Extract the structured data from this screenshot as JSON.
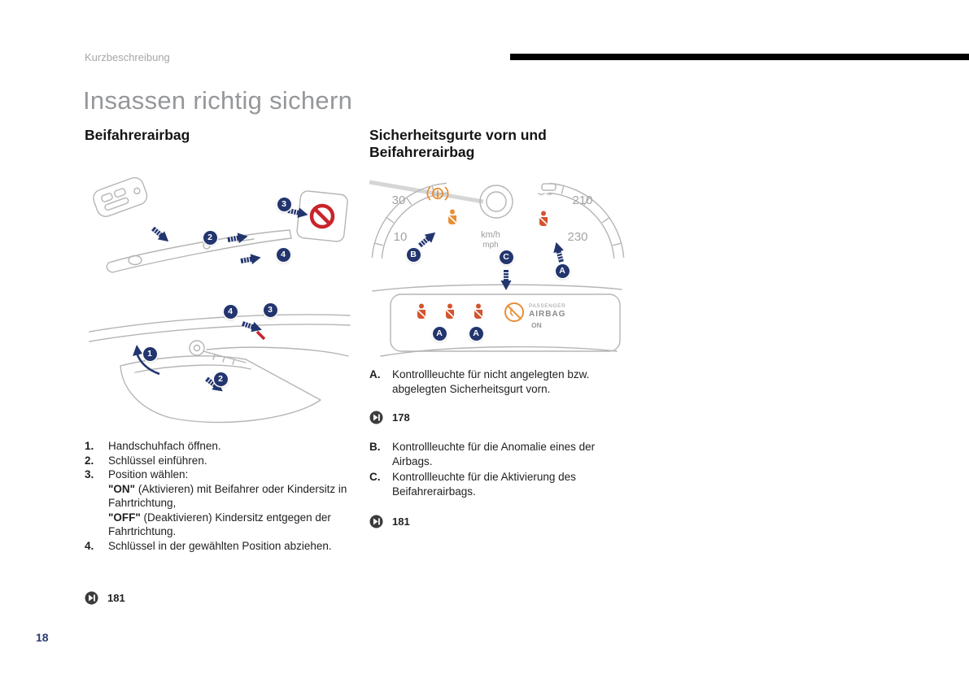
{
  "header": {
    "breadcrumb": "Kurzbeschreibung",
    "title": "Insassen richtig sichern"
  },
  "left": {
    "heading": "Beifahrerairbag",
    "fig1": {
      "callout_2": "2",
      "callout_3": "3",
      "callout_4": "4"
    },
    "fig2": {
      "callout_1": "1",
      "callout_2": "2",
      "callout_3": "3",
      "callout_4": "4"
    },
    "steps": [
      {
        "num": "1.",
        "text": "Handschuhfach öffnen."
      },
      {
        "num": "2.",
        "text": "Schlüssel einführen."
      },
      {
        "num": "3.",
        "text": "Position wählen:"
      },
      {
        "num": "4.",
        "text": "Schlüssel in der gewählten Position abziehen."
      }
    ],
    "step3": {
      "on_bold": "\"ON\"",
      "on_text": " (Aktivieren) mit Beifahrer oder Kindersitz in Fahrtrichtung,",
      "off_bold": "\"OFF\"",
      "off_text": " (Deaktivieren) Kindersitz entgegen der Fahrtrichtung."
    },
    "reference": "181"
  },
  "right": {
    "heading": "Sicherheitsgurte vorn und\nBeifahrerairbag",
    "cluster": {
      "speed_left_top": "30",
      "speed_left_bottom": "10",
      "speed_right_top": "210",
      "speed_right_bottom": "230",
      "unit_top": "km/h",
      "unit_bottom": "mph",
      "callout_a": "A",
      "callout_b": "B",
      "callout_c": "C",
      "panel": {
        "label_line1": "PASSENGER",
        "label_line2": "AIRBAG",
        "state": "ON",
        "callout_a1": "A",
        "callout_a2": "A"
      }
    },
    "items": [
      {
        "letter": "A.",
        "text": "Kontrollleuchte für nicht angelegten bzw. abgelegten Sicherheitsgurt vorn."
      },
      {
        "letter": "B.",
        "text": "Kontrollleuchte für die Anomalie eines der Airbags."
      },
      {
        "letter": "C.",
        "text": "Kontrollleuchte für die Aktivierung des Beifahrerairbags."
      }
    ],
    "reference_seatbelt": "178",
    "reference_airbag": "181"
  },
  "footer": {
    "page_number": "18"
  },
  "colors": {
    "accent_navy": "#23356e",
    "warning_orange": "#e78f35",
    "warning_red": "#d4542e",
    "prohibition_red": "#c8242b",
    "title_gray": "#95979a"
  }
}
